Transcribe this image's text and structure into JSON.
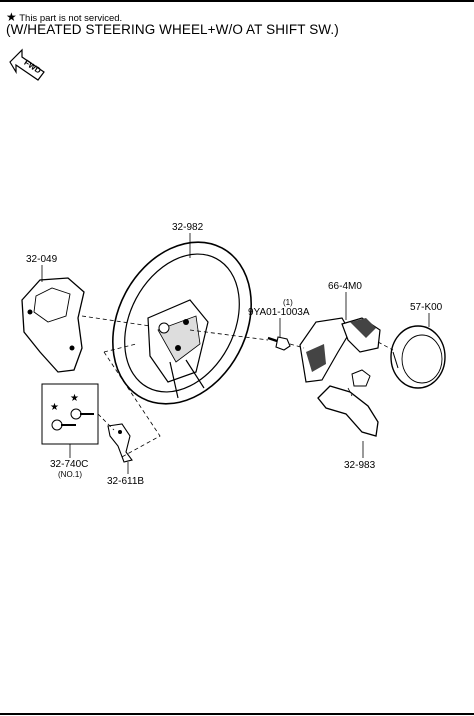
{
  "header": {
    "note_star": "★",
    "note_text": "This part is not serviced.",
    "title": "(W/HEATED STEERING WHEEL+W/O AT SHIFT SW.)"
  },
  "fwd_label": "FWD",
  "callouts": {
    "wheel": "32-982",
    "rear_cover": "32-049",
    "switch": "66-4M0",
    "airbag": "57-K00",
    "bolt_qty": "(1)",
    "bolt": "9YA01-1003A",
    "lower_cover": "32-983",
    "screw_set": "32-740C",
    "screw_set_note": "(NO.1)",
    "bracket": "32-611B",
    "star_mark": "★"
  }
}
